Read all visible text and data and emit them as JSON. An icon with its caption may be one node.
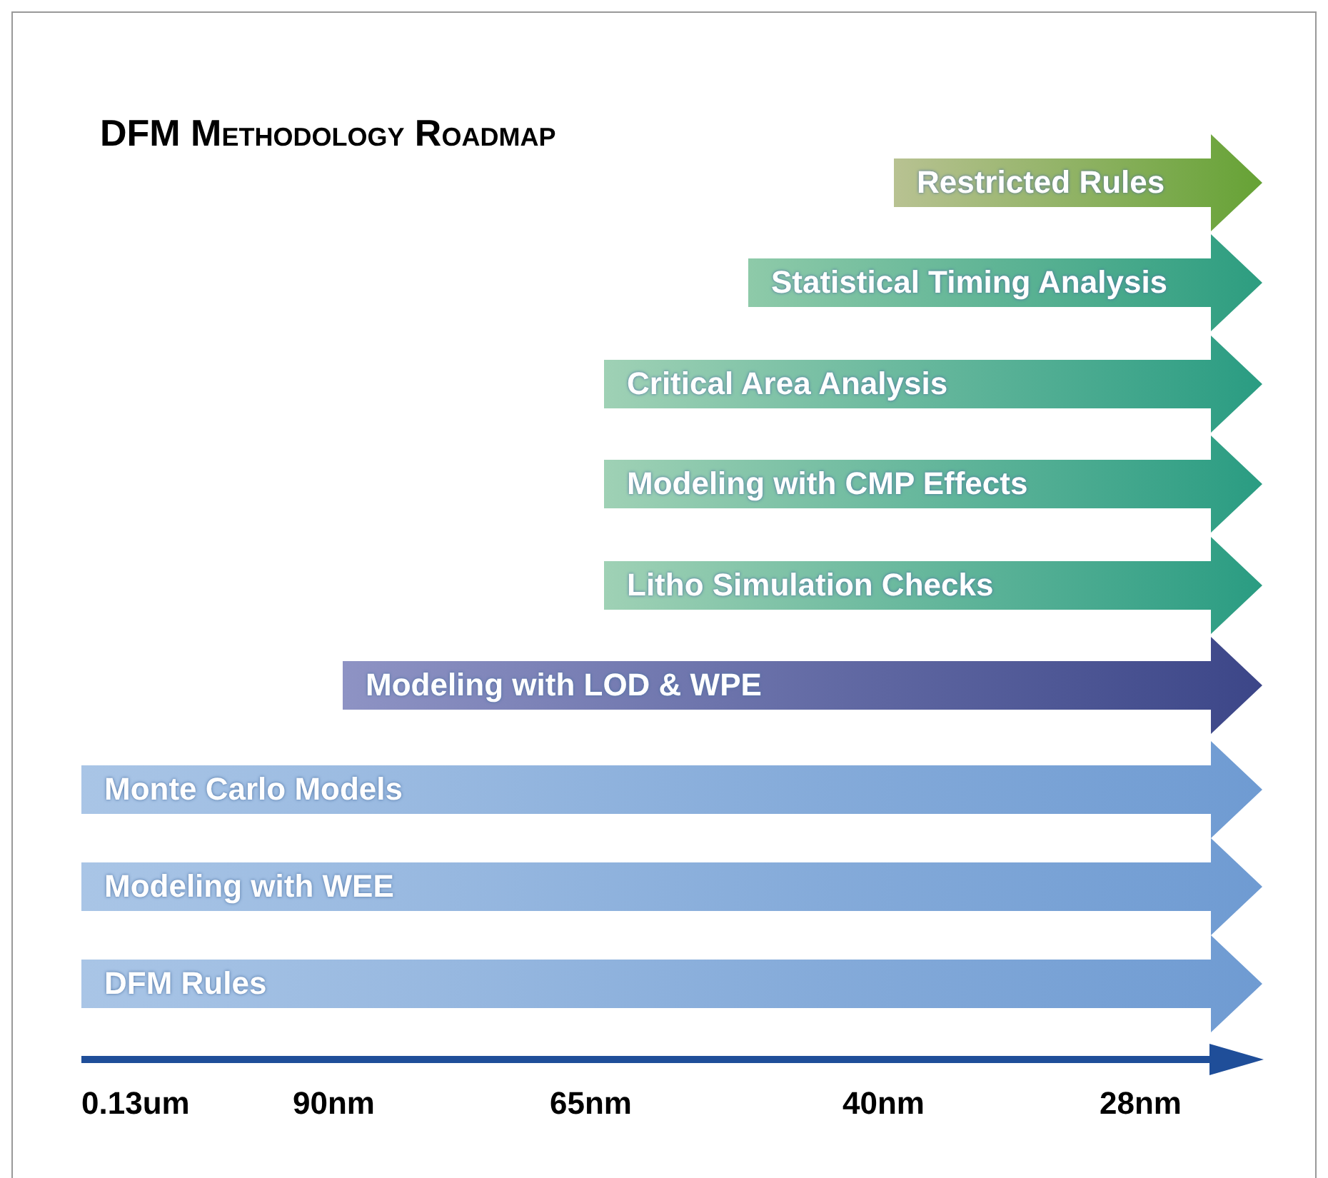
{
  "diagram": {
    "title": "DFM Methodology Roadmap",
    "nodes": [
      {
        "text": [
          "Restricted Rules"
        ]
      },
      {
        "text": [
          "Statistical Timing Analysis"
        ]
      },
      {
        "text": [
          "Critical Area Analysis"
        ]
      },
      {
        "text": [
          "Modeling with CMP Effects"
        ]
      },
      {
        "text": [
          "Litho Simulation Checks"
        ]
      },
      {
        "text": [
          "Modeling with LOD & WPE"
        ]
      },
      {
        "text": [
          "Monte Carlo Models"
        ]
      },
      {
        "text": [
          "Modeling with WEE"
        ]
      },
      {
        "text": [
          "DFM Rules"
        ]
      }
    ],
    "labels": [
      "0.13um",
      "90nm",
      "65nm",
      "40nm",
      "28nm"
    ]
  }
}
